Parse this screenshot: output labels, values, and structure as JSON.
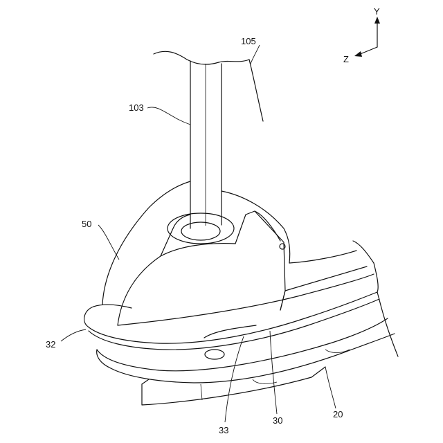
{
  "axes": {
    "y_label": "Y",
    "z_label": "Z"
  },
  "labels": {
    "l105": "105",
    "l103": "103",
    "l50": "50",
    "l32": "32",
    "l33": "33",
    "l30": "30",
    "l20": "20"
  },
  "colors": {
    "stroke": "#111111",
    "background": "#ffffff"
  }
}
